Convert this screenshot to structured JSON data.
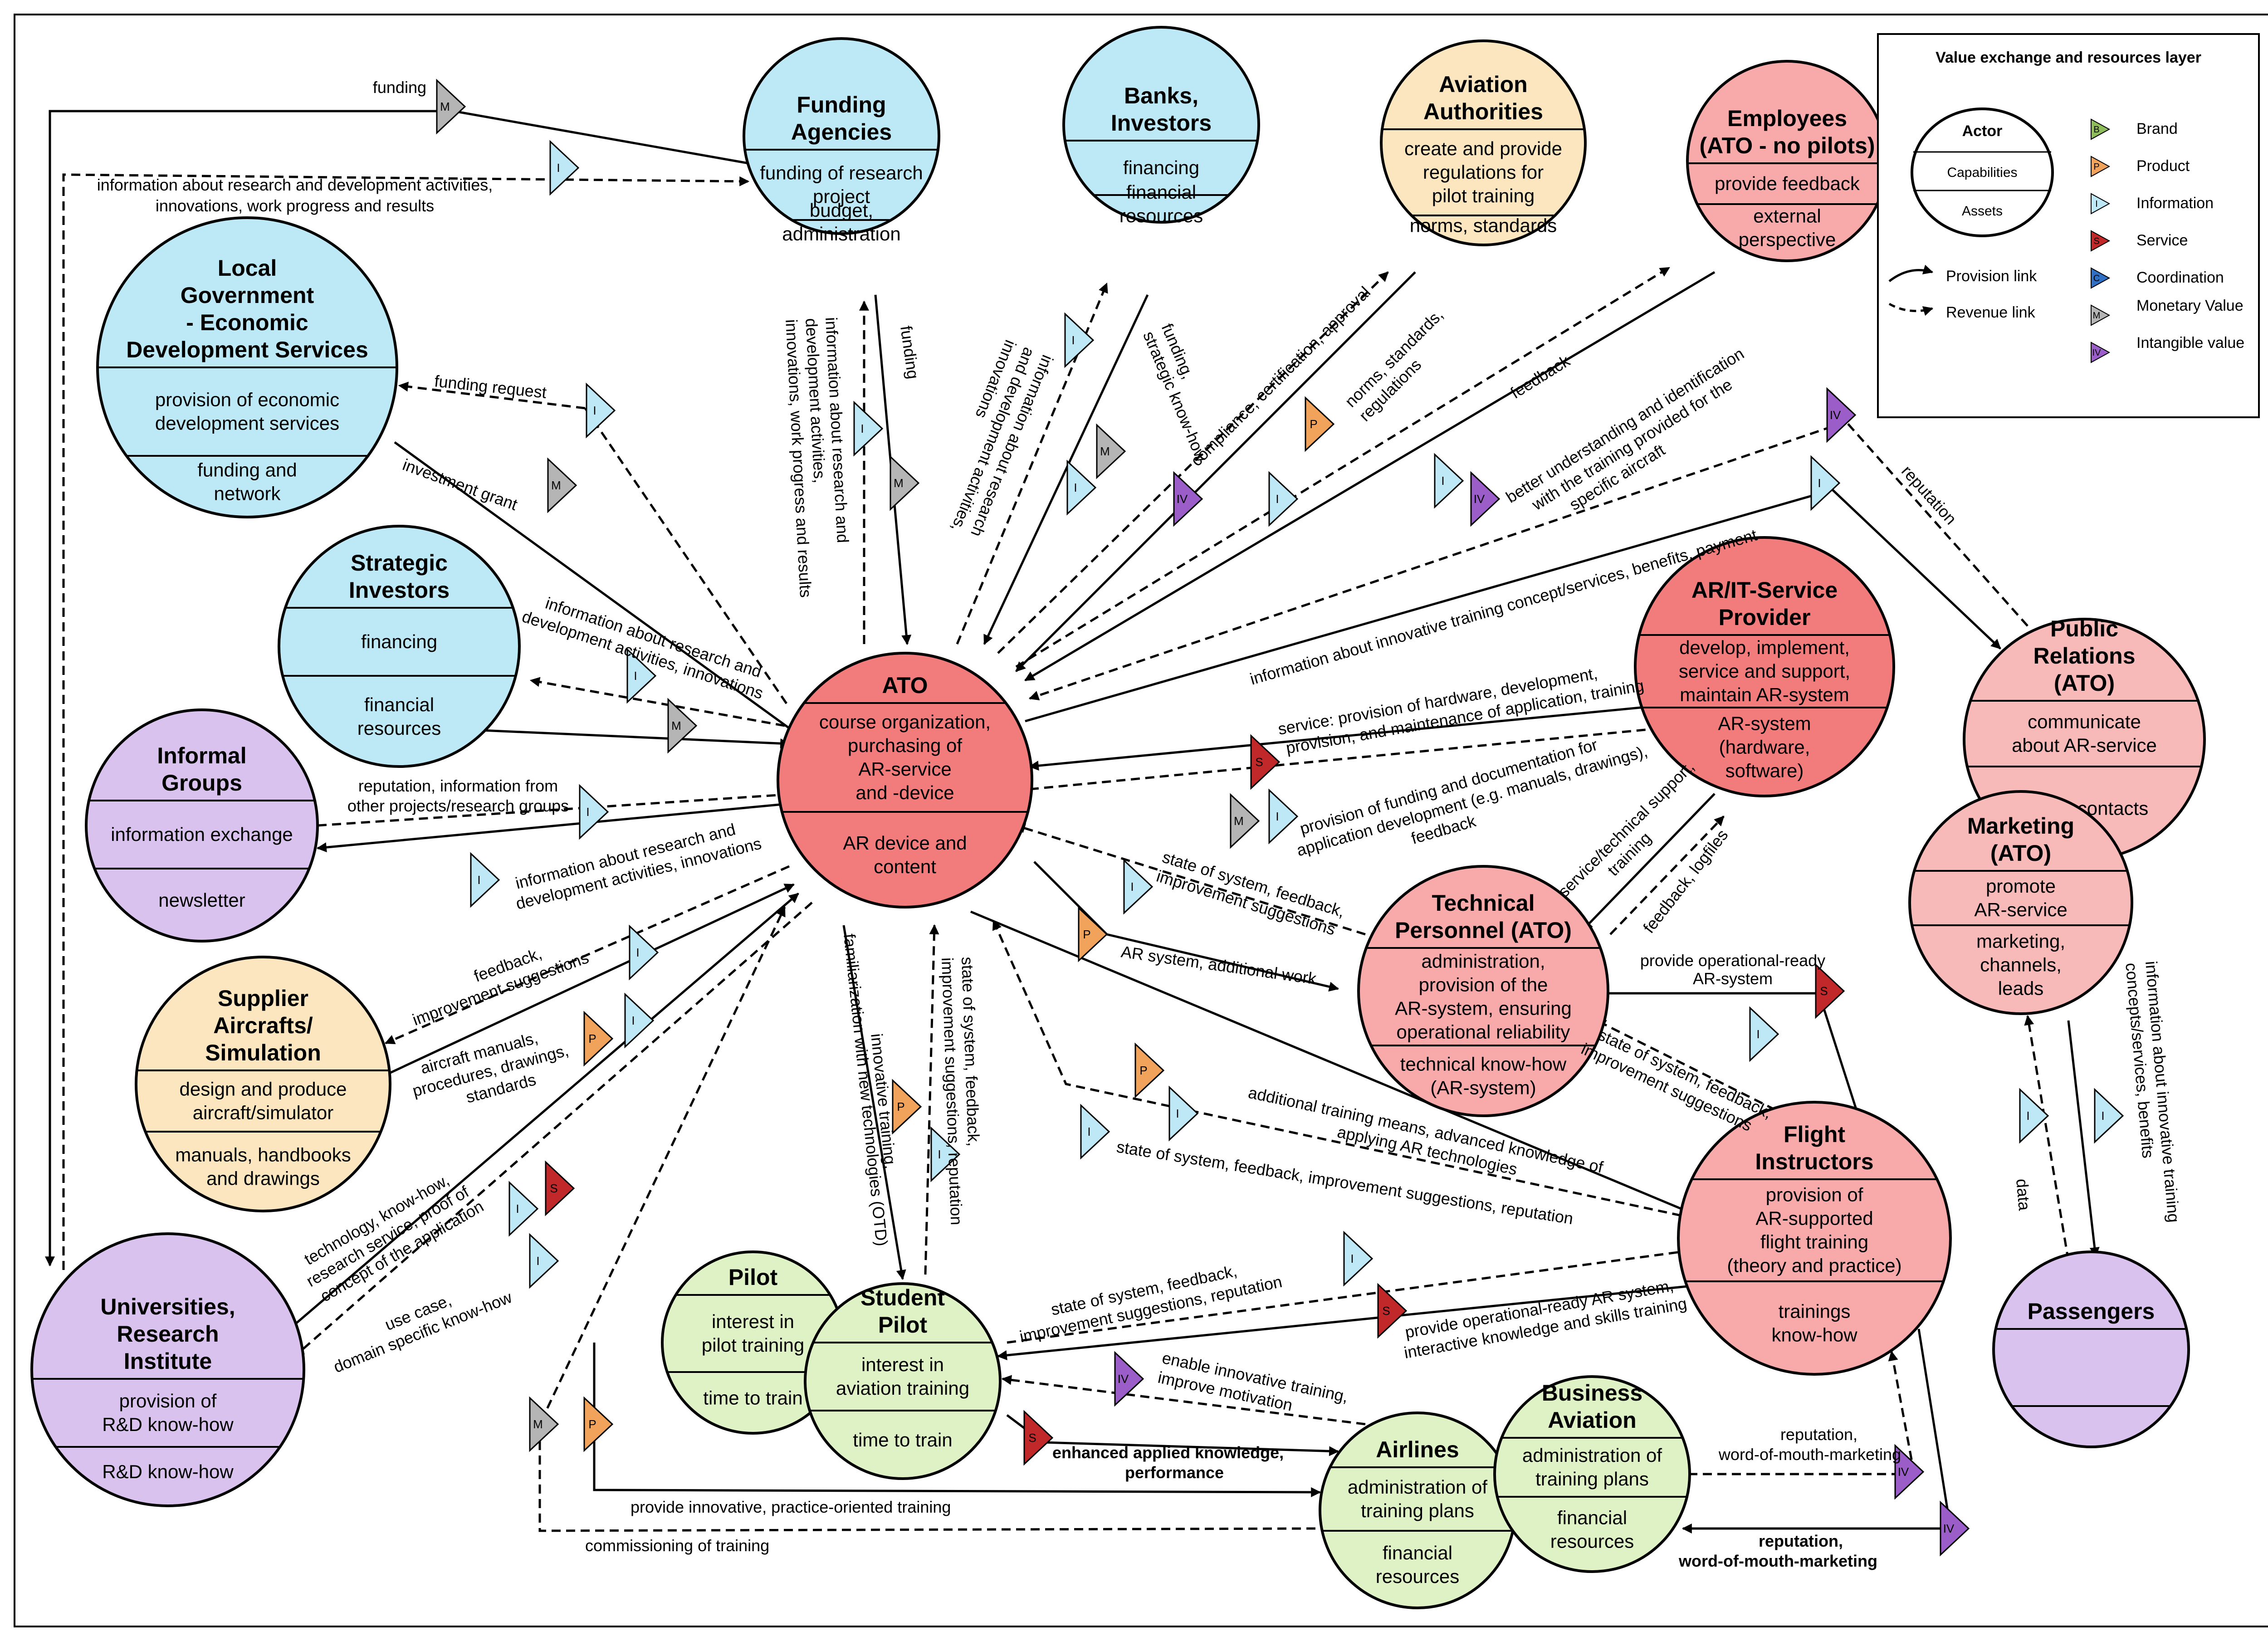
{
  "legend": {
    "title": "Value exchange and resources layer",
    "actor": "Actor",
    "capabilities": "Capabilities",
    "assets": "Assets",
    "provision_link": "Provision link",
    "revenue_link": "Revenue link",
    "types": [
      {
        "letter": "B",
        "label": "Brand",
        "color": "#8fbc5a"
      },
      {
        "letter": "P",
        "label": "Product",
        "color": "#f2a35b"
      },
      {
        "letter": "I",
        "label": "Information",
        "color": "#bfe8f6"
      },
      {
        "letter": "S",
        "label": "Service",
        "color": "#c0282a"
      },
      {
        "letter": "C",
        "label": "Coordination",
        "color": "#2f6fc4"
      },
      {
        "letter": "M",
        "label": "Monetary Value",
        "color": "#b5b5b5"
      },
      {
        "letter": "IV",
        "label": "Intangible value",
        "color": "#9b5ec8"
      }
    ]
  },
  "actors": {
    "funding": {
      "name": [
        "Funding",
        "Agencies"
      ],
      "cap": [
        "funding of research",
        "project"
      ],
      "assets": [
        "budget,",
        "administration"
      ]
    },
    "banks": {
      "name": [
        "Banks,",
        "Investors"
      ],
      "cap": [
        "financing"
      ],
      "assets": [
        "financial",
        "resources"
      ]
    },
    "authorities": {
      "name": [
        "Aviation",
        "Authorities"
      ],
      "cap": [
        "create and provide",
        "regulations for",
        "pilot training"
      ],
      "assets": [
        "norms, standards"
      ]
    },
    "employees": {
      "name": [
        "Employees",
        "(ATO - no pilots)"
      ],
      "cap": [
        "provide feedback"
      ],
      "assets": [
        "external",
        "perspective"
      ]
    },
    "localgov": {
      "name": [
        "Local",
        "Government",
        "- Economic",
        "Development Services"
      ],
      "cap": [
        "provision of economic",
        "development services"
      ],
      "assets": [
        "funding and",
        "network"
      ]
    },
    "strategic": {
      "name": [
        "Strategic",
        "Investors"
      ],
      "cap": [
        "financing"
      ],
      "assets": [
        "financial",
        "resources"
      ]
    },
    "informal": {
      "name": [
        "Informal",
        "Groups"
      ],
      "cap": [
        "information exchange"
      ],
      "assets": [
        "newsletter"
      ]
    },
    "supplier": {
      "name": [
        "Supplier",
        "Aircrafts/",
        "Simulation"
      ],
      "cap": [
        "design and produce",
        "aircraft/simulator"
      ],
      "assets": [
        "manuals, handbooks",
        "and drawings"
      ]
    },
    "universities": {
      "name": [
        "Universities,",
        "Research",
        "Institute"
      ],
      "cap": [
        "provision of",
        "R&D know-how"
      ],
      "assets": [
        "R&D know-how"
      ]
    },
    "ato": {
      "name": [
        "ATO"
      ],
      "cap": [
        "course organization,",
        "purchasing of",
        "AR-service",
        "and -device"
      ],
      "assets": [
        "AR device and",
        "content"
      ]
    },
    "arit": {
      "name": [
        "AR/IT-Service",
        "Provider"
      ],
      "cap": [
        "develop, implement,",
        "service and support,",
        "maintain AR-system"
      ],
      "assets": [
        "AR-system",
        "(hardware,",
        "software)"
      ]
    },
    "pr": {
      "name": [
        "Public",
        "Relations",
        "(ATO)"
      ],
      "cap": [
        "communicate",
        "about AR-service"
      ],
      "assets": [
        "media contacts"
      ]
    },
    "marketing": {
      "name": [
        "Marketing",
        "(ATO)"
      ],
      "cap": [
        "promote",
        "AR-service"
      ],
      "assets": [
        "marketing,",
        "channels,",
        "leads"
      ]
    },
    "technical": {
      "name": [
        "Technical",
        "Personnel (ATO)"
      ],
      "cap": [
        "administration,",
        "provision of the",
        "AR-system, ensuring",
        "operational reliability"
      ],
      "assets": [
        "technical know-how",
        "(AR-system)"
      ]
    },
    "flight": {
      "name": [
        "Flight",
        "Instructors"
      ],
      "cap": [
        "provision of",
        "AR-supported",
        "flight training",
        "(theory and practice)"
      ],
      "assets": [
        "trainings",
        "know-how"
      ]
    },
    "passengers": {
      "name": [
        "Passengers"
      ],
      "cap": [],
      "assets": []
    },
    "pilot": {
      "name": [
        "Pilot"
      ],
      "cap": [
        "interest in",
        "pilot training"
      ],
      "assets": [
        "time to train"
      ]
    },
    "student": {
      "name": [
        "Student",
        "Pilot"
      ],
      "cap": [
        "interest in",
        "aviation training"
      ],
      "assets": [
        "time to train"
      ]
    },
    "airlines": {
      "name": [
        "Airlines"
      ],
      "cap": [
        "administration of",
        "training plans"
      ],
      "assets": [
        "financial",
        "resources"
      ]
    },
    "business": {
      "name": [
        "Business",
        "Aviation"
      ],
      "cap": [
        "administration of",
        "training plans"
      ],
      "assets": [
        "financial",
        "resources"
      ]
    }
  },
  "links": {
    "funding_top": "funding",
    "info_rd_top": [
      "information about research and development activities,",
      "innovations, work progress and results"
    ],
    "funding_request": "funding request",
    "investment_grant": "investment grant",
    "fa_info_rd": [
      "information about research and",
      "development activities,",
      "innovations, work progress and results"
    ],
    "fa_funding": "funding",
    "banks_info": [
      "information about research",
      "and development activities,",
      "innovations"
    ],
    "banks_funding": [
      "funding,",
      "strategic know-how"
    ],
    "compliance": "compliance, certification, approval",
    "norms": [
      "norms, standards,",
      "regulations"
    ],
    "feedback_emp": "feedback",
    "better_understanding": [
      "better understanding and identification",
      "with the training provided for the",
      "specific aircraft"
    ],
    "reputation_pr": "reputation",
    "info_innovative": "information about innovative training concept/services, benefits, payment",
    "strategic_info": [
      "information about research and",
      "development activities, innovations"
    ],
    "informal_rep": [
      "reputation, information from",
      "other projects/research groups"
    ],
    "informal_info": [
      "information about research and",
      "development activities, innovations"
    ],
    "service_hw": [
      "service: provision of hardware, development,",
      "provision, and maintenance of application, training"
    ],
    "provision_funding_doc": [
      "provision of funding and documentation for",
      "application development (e.g. manuals, drawings),",
      "feedback"
    ],
    "service_tech": [
      "service/technical support,",
      "training"
    ],
    "feedback_logfiles": "feedback, logfiles",
    "state_feedback_tp": [
      "state of system, feedback,",
      "improvement suggestions"
    ],
    "ar_additional_work": "AR system, additional work",
    "provide_ready": [
      "provide operational-ready",
      "AR-system"
    ],
    "state_feedback_fi": [
      "state of system, feedback,",
      "improvement suggestions"
    ],
    "supplier_feedback": [
      "feedback,",
      "improvement suggestions"
    ],
    "aircraft_manuals": [
      "aircraft manuals,",
      "procedures, drawings,",
      "standards"
    ],
    "technology": [
      "technology, know-how,",
      "research service, proof of",
      "concept of the application"
    ],
    "use_case": [
      "use case,",
      "domain specific know-how"
    ],
    "familiarization": "familiarization with new technologies (OTD)",
    "innovative_training": "innovative training,",
    "state_sp": [
      "state of system, feedback,",
      "improvement suggestions, reputation"
    ],
    "additional_training": [
      "additional training means, advanced knowledge of",
      "applying AR technologies"
    ],
    "state_long": "state of system, feedback, improvement suggestions, reputation",
    "state_sp_fi": [
      "state of system, feedback,",
      "improvement suggestions, reputation"
    ],
    "provide_ready_fi": [
      "provide operational-ready AR system,",
      "interactive knowledge and skills training"
    ],
    "enable_innov": [
      "enable innovative training,",
      "improve motivation"
    ],
    "enhanced": [
      "enhanced applied knowledge,",
      "performance"
    ],
    "provide_practice": "provide innovative, practice-oriented training",
    "commissioning": "commissioning of training",
    "reputation_wom1": [
      "reputation,",
      "word-of-mouth-marketing"
    ],
    "reputation_wom2": [
      "reputation,",
      "word-of-mouth-marketing"
    ],
    "data": "data",
    "info_innov_pass": [
      "information about innovative training",
      "concepts/services, benefits"
    ]
  }
}
